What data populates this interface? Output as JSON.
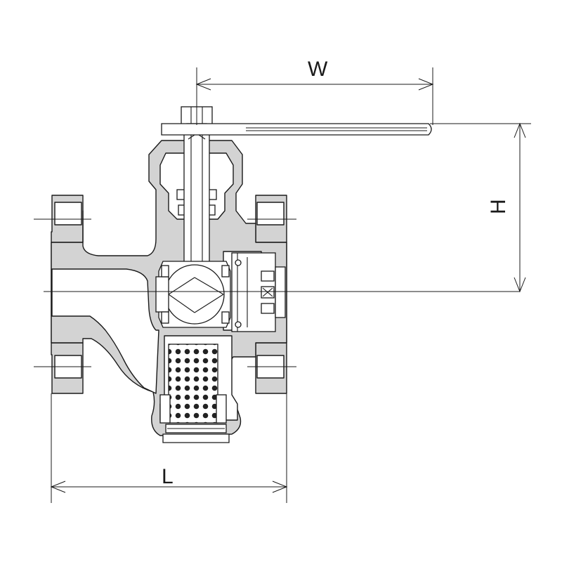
{
  "dimensions": {
    "width_label": "W",
    "height_label": "H",
    "length_label": "L"
  }
}
